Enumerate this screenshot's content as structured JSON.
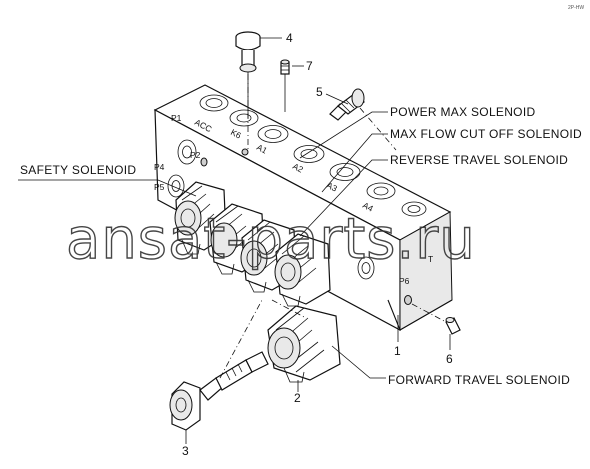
{
  "image_code": "2P-HW",
  "watermark": "ansat-parts.ru",
  "labels": {
    "power_max": "POWER MAX SOLENOID",
    "max_flow_cut": "MAX FLOW CUT OFF SOLENOID",
    "reverse_travel": "REVERSE TRAVEL SOLENOID",
    "safety": "SAFETY SOLENOID",
    "forward_travel": "FORWARD TRAVEL SOLENOID"
  },
  "part_numbers": {
    "n1": "1",
    "n2": "2",
    "n3": "3",
    "n4": "4",
    "n5": "5",
    "n6": "6",
    "n7": "7"
  },
  "ports": {
    "acc": "ACC",
    "k6": "K6",
    "a1": "A1",
    "a2": "A2",
    "a3": "A3",
    "a4": "A4",
    "p1": "P1",
    "p2": "P2",
    "p4": "P4",
    "p5": "P5",
    "p6": "P6",
    "t": "T"
  }
}
